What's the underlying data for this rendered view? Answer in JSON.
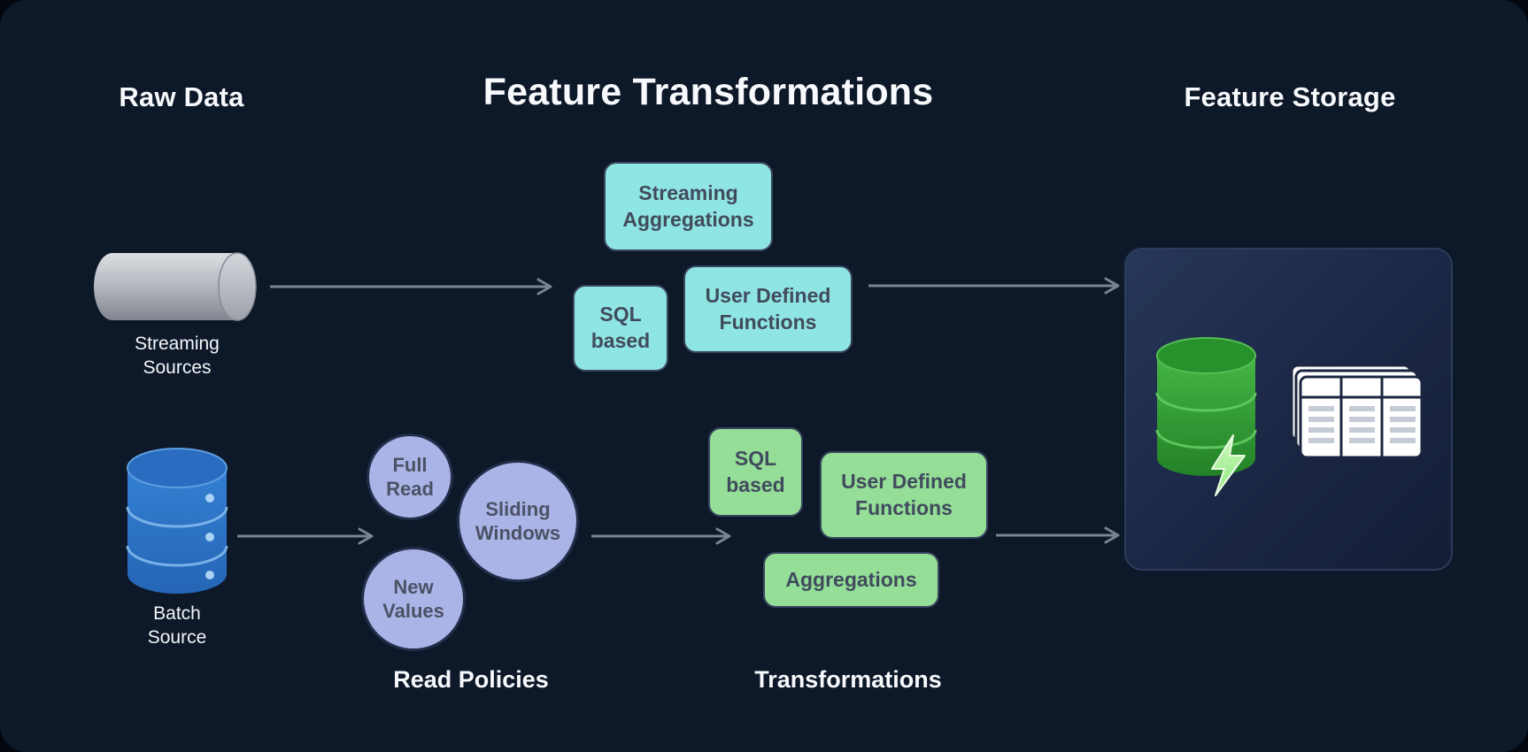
{
  "headers": [
    {
      "id": "raw-data",
      "label": "Raw Data"
    },
    {
      "id": "feature-transformations",
      "label": "Feature Transformations"
    },
    {
      "id": "feature-storage",
      "label": "Feature Storage"
    }
  ],
  "sources": {
    "streaming": {
      "label": "Streaming Sources",
      "icon": "horizontal-cylinder-icon"
    },
    "batch": {
      "label": "Batch Source",
      "icon": "database-cylinder-icon"
    }
  },
  "streaming_transforms": {
    "items": [
      "Streaming Aggregations",
      "SQL based",
      "User Defined Functions"
    ]
  },
  "read_policies": {
    "title": "Read Policies",
    "items": [
      "Full Read",
      "Sliding Windows",
      "New Values"
    ]
  },
  "batch_transforms": {
    "title": "Transformations",
    "items": [
      "SQL based",
      "User Defined Functions",
      "Aggregations"
    ]
  },
  "feature_storage": {
    "icons": [
      "feature-store-database-icon",
      "lightning-bolt-icon",
      "feature-tables-icon"
    ]
  },
  "colors": {
    "background": "#0d1828",
    "teal_box": "#8fe5e2",
    "green_box": "#95de97",
    "purple_circle": "#abb4e6",
    "box_text": "#414b5e",
    "arrow": "#78868f",
    "storage_panel": "#1d2a47",
    "batch_db_blue": "#2e75c6",
    "storage_db_green": "#2f9e2f",
    "header_text": "#f7f9fc"
  }
}
